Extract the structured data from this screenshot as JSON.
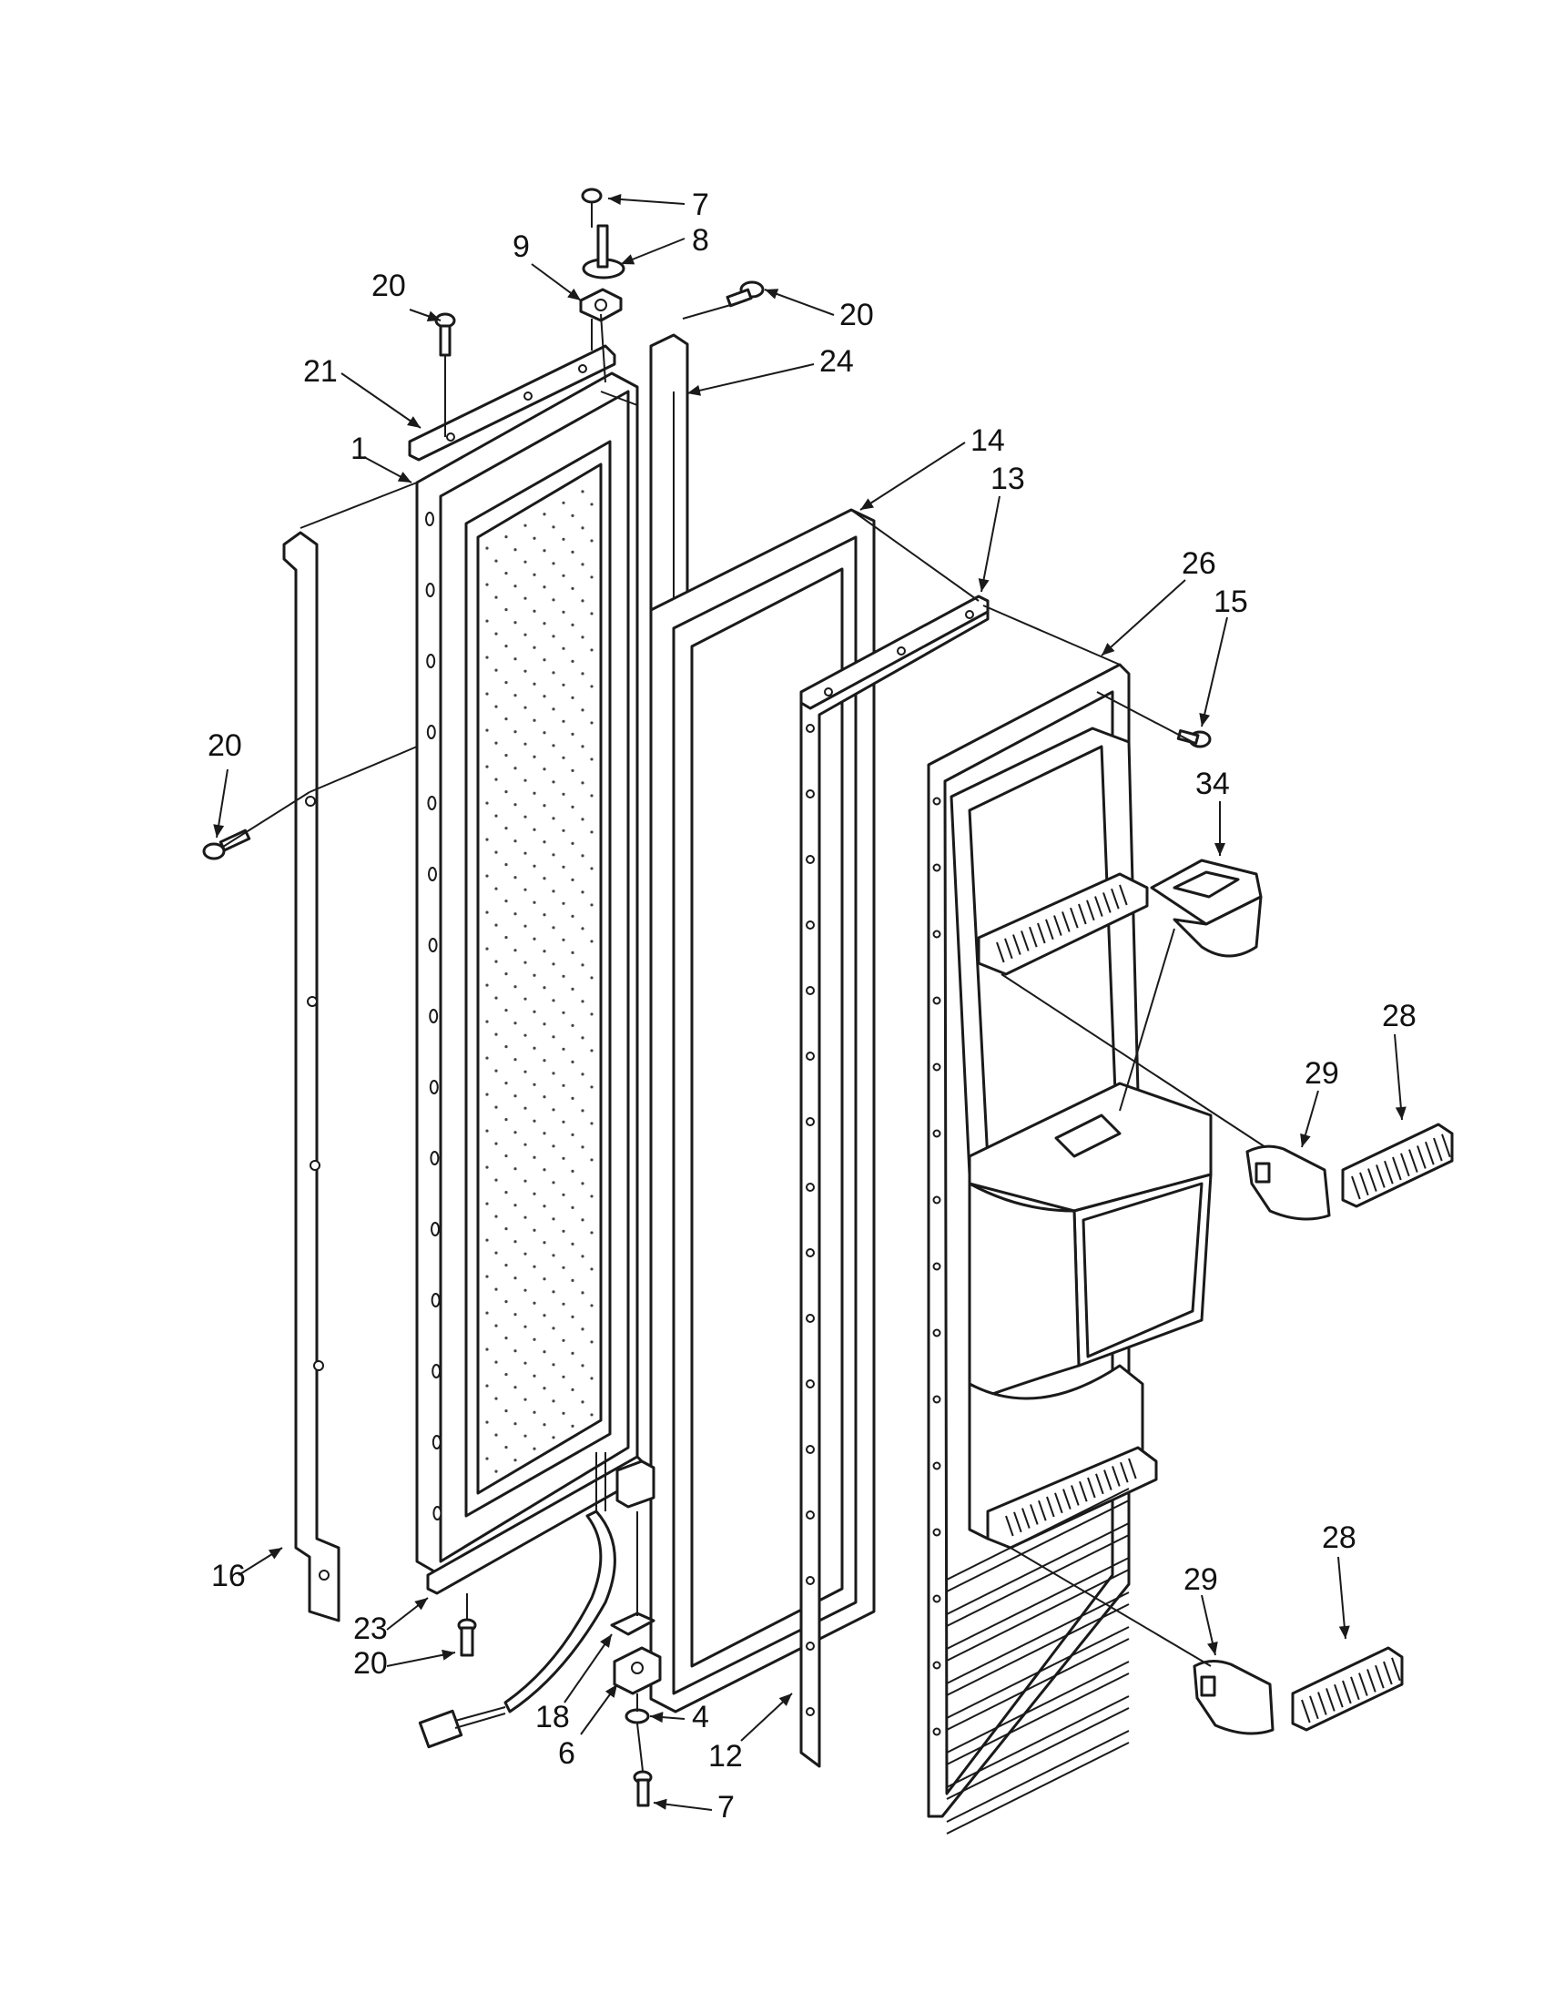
{
  "diagram": {
    "type": "exploded-parts-view",
    "callouts": [
      {
        "id": "c7a",
        "text": "7"
      },
      {
        "id": "c8",
        "text": "8"
      },
      {
        "id": "c9",
        "text": "9"
      },
      {
        "id": "c20a",
        "text": "20"
      },
      {
        "id": "c20b",
        "text": "20"
      },
      {
        "id": "c24",
        "text": "24"
      },
      {
        "id": "c21",
        "text": "21"
      },
      {
        "id": "c1",
        "text": "1"
      },
      {
        "id": "c14",
        "text": "14"
      },
      {
        "id": "c13",
        "text": "13"
      },
      {
        "id": "c26",
        "text": "26"
      },
      {
        "id": "c15",
        "text": "15"
      },
      {
        "id": "c20c",
        "text": "20"
      },
      {
        "id": "c34",
        "text": "34"
      },
      {
        "id": "c28a",
        "text": "28"
      },
      {
        "id": "c29a",
        "text": "29"
      },
      {
        "id": "c16",
        "text": "16"
      },
      {
        "id": "c23",
        "text": "23"
      },
      {
        "id": "c20d",
        "text": "20"
      },
      {
        "id": "c18",
        "text": "18"
      },
      {
        "id": "c6",
        "text": "6"
      },
      {
        "id": "c4",
        "text": "4"
      },
      {
        "id": "c12",
        "text": "12"
      },
      {
        "id": "c7b",
        "text": "7"
      },
      {
        "id": "c28b",
        "text": "28"
      },
      {
        "id": "c29b",
        "text": "29"
      }
    ]
  }
}
